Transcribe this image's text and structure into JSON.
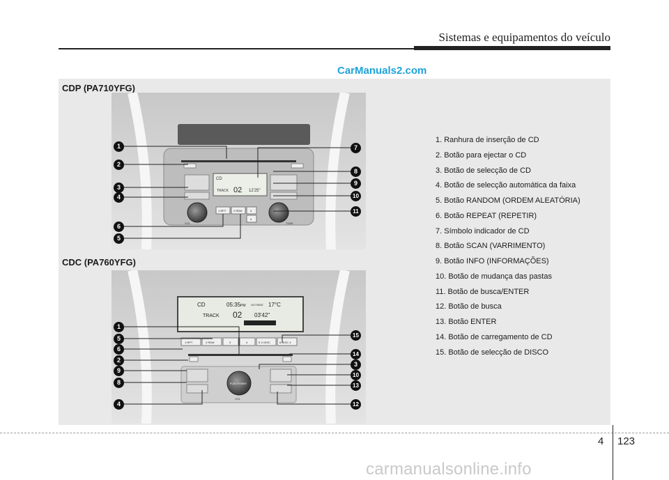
{
  "header": {
    "title": "Sistemas e equipamentos do veículo"
  },
  "watermark": "CarManuals2.com",
  "sections": {
    "cdp": {
      "title": "CDP (PA710YFG)",
      "display": {
        "source": "CD",
        "track_label": "TRACK",
        "track": "02",
        "time": "12'25\""
      },
      "buttons": {
        "b1": "1 RPT",
        "b2": "2 RDM",
        "b3": "3",
        "b4": "4"
      },
      "knob_labels": {
        "vol": "VOL",
        "tune": "TUNE"
      }
    },
    "cdc": {
      "title": "CDC (PA760YFG)",
      "display": {
        "source": "CD",
        "clock": "05:35",
        "clock_suffix": "PM",
        "temp_label": "OUTSIDE",
        "temp": "17°C",
        "track_label": "TRACK",
        "track": "02",
        "time": "03'42\""
      },
      "buttons": {
        "b1": "1 RPT",
        "b2": "2 RDM",
        "b3": "3",
        "b4": "4",
        "b5": "5 ∨ DISC",
        "b6": "6 DISC ∧"
      },
      "knob_labels": {
        "power": "PUSH POWER",
        "vol": "VOL"
      }
    }
  },
  "callouts": {
    "cdp_left": [
      "1",
      "2",
      "3",
      "4",
      "6",
      "5"
    ],
    "cdp_right": [
      "7",
      "8",
      "9",
      "10",
      "11"
    ],
    "cdc_left": [
      "1",
      "5",
      "6",
      "2",
      "9",
      "8",
      "4"
    ],
    "cdc_right": [
      "15",
      "14",
      "3",
      "10",
      "13",
      "12"
    ]
  },
  "legend": [
    "1. Ranhura de inserção de CD",
    "2. Botão para ejectar o CD",
    "3. Botão de selecção de CD",
    "4. Botão de selecção automática da faixa",
    "5. Botão RANDOM (ORDEM ALEATÓRIA)",
    "6. Botão REPEAT (REPETIR)",
    "7. Símbolo indicador de CD",
    "8. Botão SCAN (VARRIMENTO)",
    "9. Botão INFO (INFORMAÇÕES)",
    "10. Botão de mudança das pastas",
    "11. Botão de busca/ENTER",
    "12. Botão de busca",
    "13. Botão ENTER",
    "14. Botão de carregamento de CD",
    "15. Botão de selecção de DISCO"
  ],
  "footer": {
    "chapter": "4",
    "page": "123",
    "site": "carmanualsonline.info"
  }
}
